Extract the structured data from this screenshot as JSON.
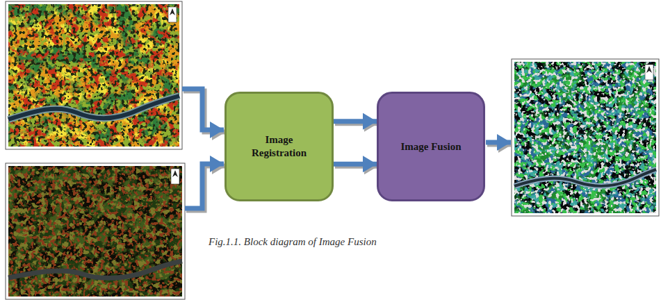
{
  "diagram": {
    "caption": "Fig.1.1. Block diagram of Image Fusion",
    "nodes": [
      {
        "text": [
          "Image Registration"
        ]
      },
      {
        "text": [
          "Image Fusion"
        ]
      }
    ],
    "edges": [
      {
        "from": 0,
        "to": 1,
        "arrow": "to"
      },
      {
        "from": 0,
        "to": 1,
        "arrow": "to"
      }
    ]
  }
}
